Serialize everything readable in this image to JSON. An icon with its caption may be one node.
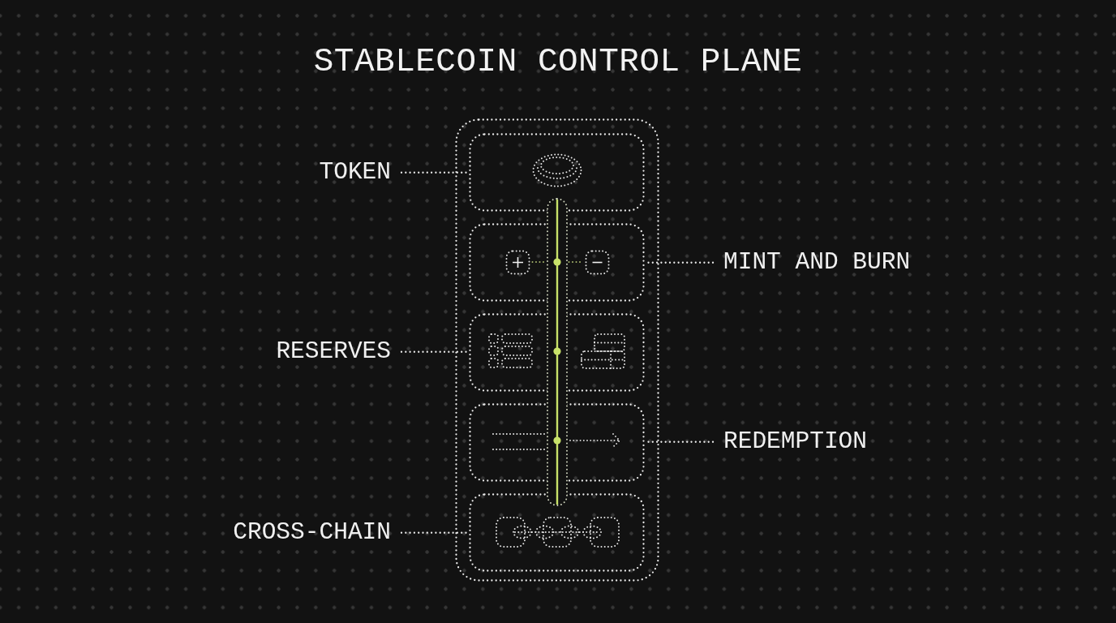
{
  "diagram": {
    "title": "STABLECOIN CONTROL PLANE",
    "nodes": [
      {
        "text": [],
        "shape": "box"
      },
      {
        "text": [],
        "shape": "box",
        "in": 0
      },
      {
        "text": [],
        "shape": "box",
        "in": 0
      },
      {
        "text": [],
        "shape": "box",
        "in": 0
      },
      {
        "text": [],
        "shape": "box",
        "in": 0
      },
      {
        "text": [],
        "shape": "box",
        "in": 0
      },
      {
        "text": [
          "TOKEN"
        ]
      },
      {
        "text": [
          "MINT AND BURN"
        ]
      },
      {
        "text": [
          "RESERVES"
        ]
      },
      {
        "text": [
          "REDEMPTION"
        ]
      },
      {
        "text": [
          "CROSS-CHAIN"
        ]
      }
    ],
    "edges": [
      {
        "from": 6,
        "to": 1,
        "arrow": "none"
      },
      {
        "from": 7,
        "to": 2,
        "arrow": "none"
      },
      {
        "from": 8,
        "to": 3,
        "arrow": "none"
      },
      {
        "from": 9,
        "to": 4,
        "arrow": "none"
      },
      {
        "from": 10,
        "to": 5,
        "arrow": "none"
      }
    ]
  }
}
